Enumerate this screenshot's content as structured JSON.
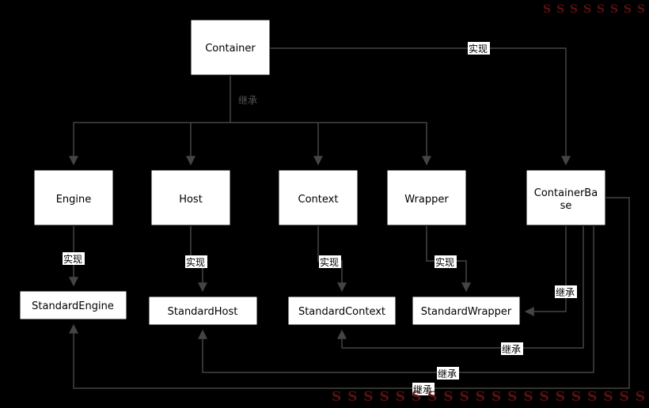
{
  "nodes": {
    "container": "Container",
    "engine": "Engine",
    "host": "Host",
    "context": "Context",
    "wrapper": "Wrapper",
    "container_base": [
      "ContainerBa",
      "se"
    ],
    "standard_engine": "StandardEngine",
    "standard_host": "StandardHost",
    "standard_context": "StandardContext",
    "standard_wrapper": "StandardWrapper"
  },
  "labels": {
    "implement": "实现",
    "inherit": "继承"
  },
  "colors": {
    "background": "#000000",
    "node_fill": "#ffffff",
    "edge": "#444444",
    "watermark": "#5a1010"
  },
  "watermark": {
    "top": "S S S S S S S S",
    "bottom": "S S S S S S S S S S S S S S S S S S S S"
  }
}
